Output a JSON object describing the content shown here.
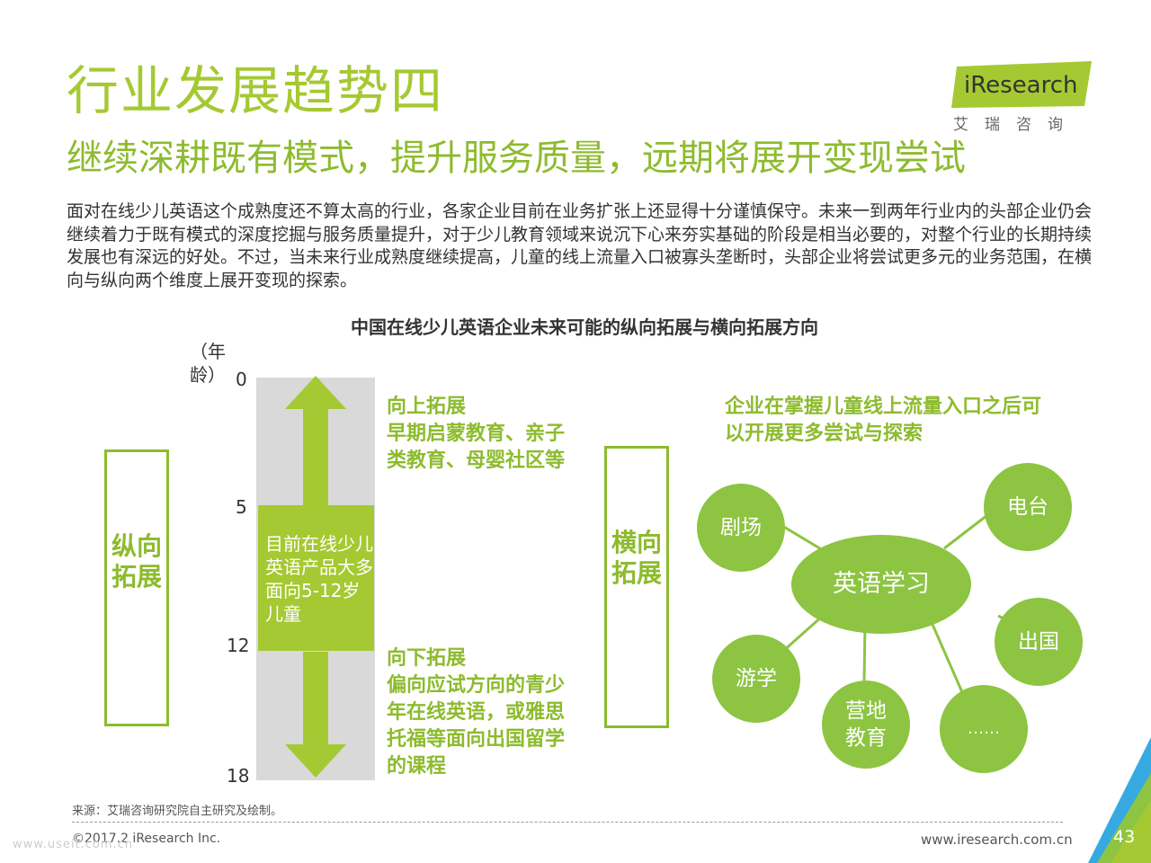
{
  "header": {
    "title": "行业发展趋势四",
    "subtitle": "继续深耕既有模式，提升服务质量，远期将展开变现尝试",
    "logo_text": "Research",
    "logo_i": "i",
    "logo_cn": "艾瑞咨询"
  },
  "body_text": "面对在线少儿英语这个成熟度还不算太高的行业，各家企业目前在业务扩张上还显得十分谨慎保守。未来一到两年行业内的头部企业仍会继续着力于既有模式的深度挖掘与服务质量提升，对于少儿教育领域来说沉下心来夯实基础的阶段是相当必要的，对整个行业的长期持续发展也有深远的好处。不过，当未来行业成熟度继续提高，儿童的线上流量入口被寡头垄断时，头部企业将尝试更多元的业务范围，在横向与纵向两个维度上展开变现的探索。",
  "diagram": {
    "title": "中国在线少儿英语企业未来可能的纵向拓展与横向拓展方向",
    "axis_label": "（年龄）",
    "ticks": [
      "0",
      "5",
      "12",
      "18"
    ],
    "current_text": "目前在线少儿英语产品大多面向5-12岁儿童",
    "vertical_label": "纵向拓展",
    "horizontal_label": "横向拓展",
    "up_title": "向上拓展",
    "up_text": "早期启蒙教育、亲子类教育、母婴社区等",
    "down_title": "向下拓展",
    "down_text": "偏向应试方向的青少年在线英语，或雅思托福等面向出国留学的课程",
    "horizontal_heading": "企业在掌握儿童线上流量入口之后可以开展更多尝试与探索",
    "center_node": "英语学习",
    "nodes": {
      "theater": "剧场",
      "radio": "电台",
      "abroad": "出国",
      "study_tour": "游学",
      "camp_line1": "营地",
      "camp_line2": "教育",
      "more": "……"
    }
  },
  "footer": {
    "source": "来源：艾瑞咨询研究院自主研究及绘制。",
    "copyright": "©2017.2 iResearch Inc.",
    "website": "www.iresearch.com.cn",
    "page": "43",
    "watermark": "www.useit.com.cn"
  },
  "colors": {
    "brand_green": "#a5c932",
    "text_green": "#8dbb2e",
    "circle_green": "#8dc442",
    "band_gray": "#d9d9d9",
    "corner_blue": "#36a9e1"
  }
}
